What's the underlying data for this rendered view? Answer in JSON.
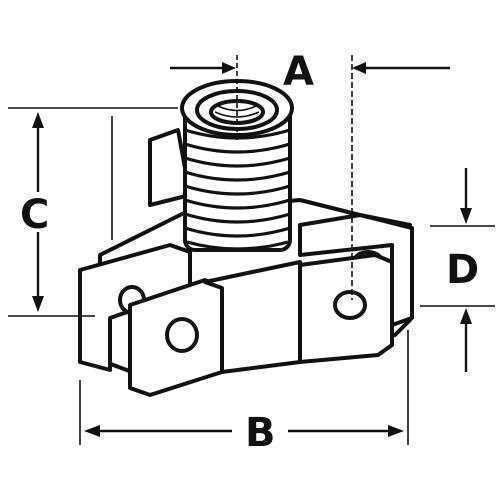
{
  "diagram": {
    "labels": {
      "a": "A",
      "b": "B",
      "c": "C",
      "d": "D"
    },
    "colors": {
      "ink": "#111111",
      "background": "#ffffff"
    },
    "subject_icon": "threaded-saddle-clamp-drawing"
  }
}
